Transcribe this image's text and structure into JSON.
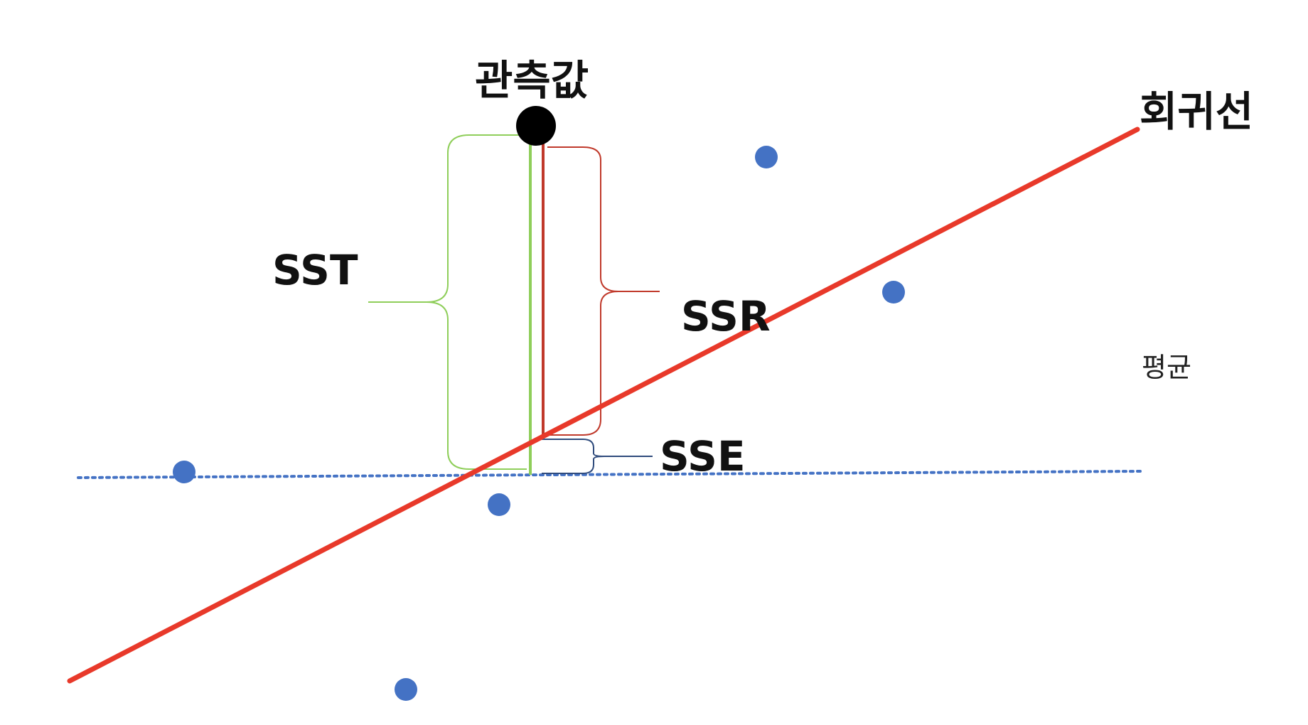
{
  "labels": {
    "observed": "관측값",
    "regression_line": "회귀선",
    "mean": "평균",
    "sst": "SST",
    "ssr": "SSR",
    "sse": "SSE"
  },
  "colors": {
    "regression_line": "#e8392a",
    "mean_line": "#4472c4",
    "data_point": "#4472c4",
    "observed_point": "#000000",
    "sst_brace": "#8fce5a",
    "ssr_brace": "#c0392b",
    "sse_brace": "#2f4b7c"
  }
}
